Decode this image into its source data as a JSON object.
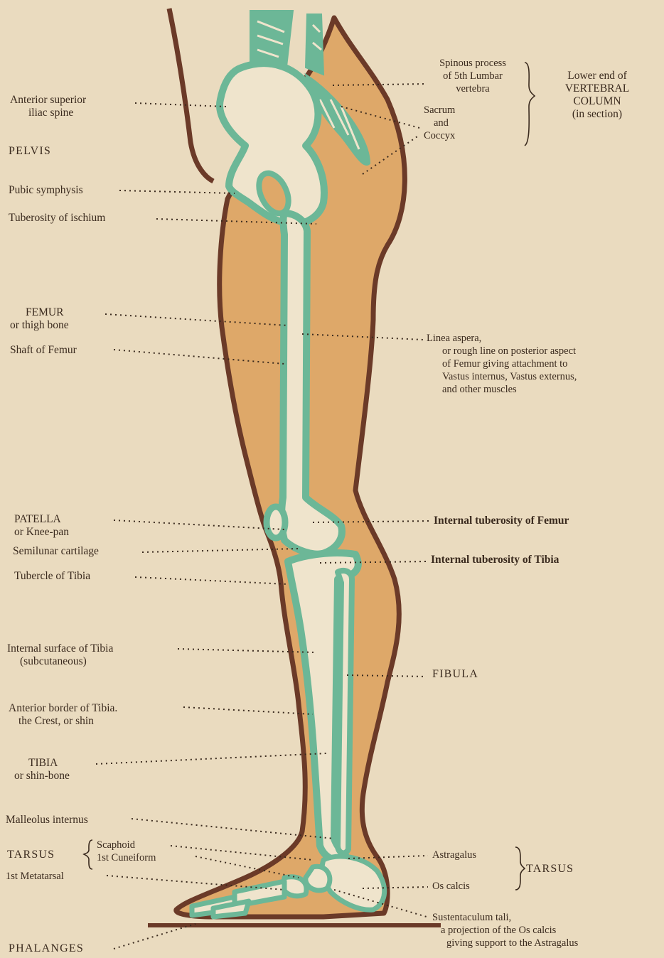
{
  "colors": {
    "paper": "#eadbbf",
    "flesh": "#dea869",
    "outline": "#6b3a28",
    "bone_fill": "#efe4cc",
    "bone_outline": "#6cb797",
    "text": "#3a2a1e"
  },
  "labels": {
    "left": {
      "anterior_superior_1": "Anterior superior",
      "anterior_superior_2": "iliac spine",
      "pelvis": "PELVIS",
      "pubic_symphysis": "Pubic symphysis",
      "tuberosity_ischium": "Tuberosity of ischium",
      "femur": "FEMUR",
      "femur_sub": "or thigh bone",
      "shaft_femur": "Shaft of Femur",
      "patella": "PATELLA",
      "patella_sub": "or Knee-pan",
      "semilunar": "Semilunar cartilage",
      "tubercle_tibia": "Tubercle of Tibia",
      "internal_surface_1": "Internal surface of Tibia",
      "internal_surface_2": "(subcutaneous)",
      "anterior_border_1": "Anterior border of Tibia.",
      "anterior_border_2": "the Crest, or shin",
      "tibia": "TIBIA",
      "tibia_sub": "or shin-bone",
      "malleolus": "Malleolus internus",
      "tarsus": "TARSUS",
      "scaphoid": "Scaphoid",
      "cuneiform": "1st Cuneiform",
      "metatarsal": "1st Metatarsal",
      "phalanges": "PHALANGES"
    },
    "right": {
      "spinous_1": "Spinous process",
      "spinous_2": "of 5th Lumbar",
      "spinous_3": "vertebra",
      "sacrum": "Sacrum",
      "and": "and",
      "coccyx": "Coccyx",
      "lower_end_1": "Lower end of",
      "lower_end_2": "VERTEBRAL",
      "lower_end_3": "COLUMN",
      "lower_end_4": "(in section)",
      "linea_1": "Linea aspera,",
      "linea_2": "or rough line on posterior aspect",
      "linea_3": "of Femur giving attachment to",
      "linea_4": "Vastus internus, Vastus externus,",
      "linea_5": "and other muscles",
      "int_tub_femur": "Internal tuberosity of Femur",
      "int_tub_tibia": "Internal tuberosity of Tibia",
      "fibula": "FIBULA",
      "astragalus": "Astragalus",
      "os_calcis": "Os calcis",
      "tarsus_right": "TARSUS",
      "sustentaculum_1": "Sustentaculum tali,",
      "sustentaculum_2": "a projection of the Os calcis",
      "sustentaculum_3": "giving support to the Astragalus"
    }
  }
}
